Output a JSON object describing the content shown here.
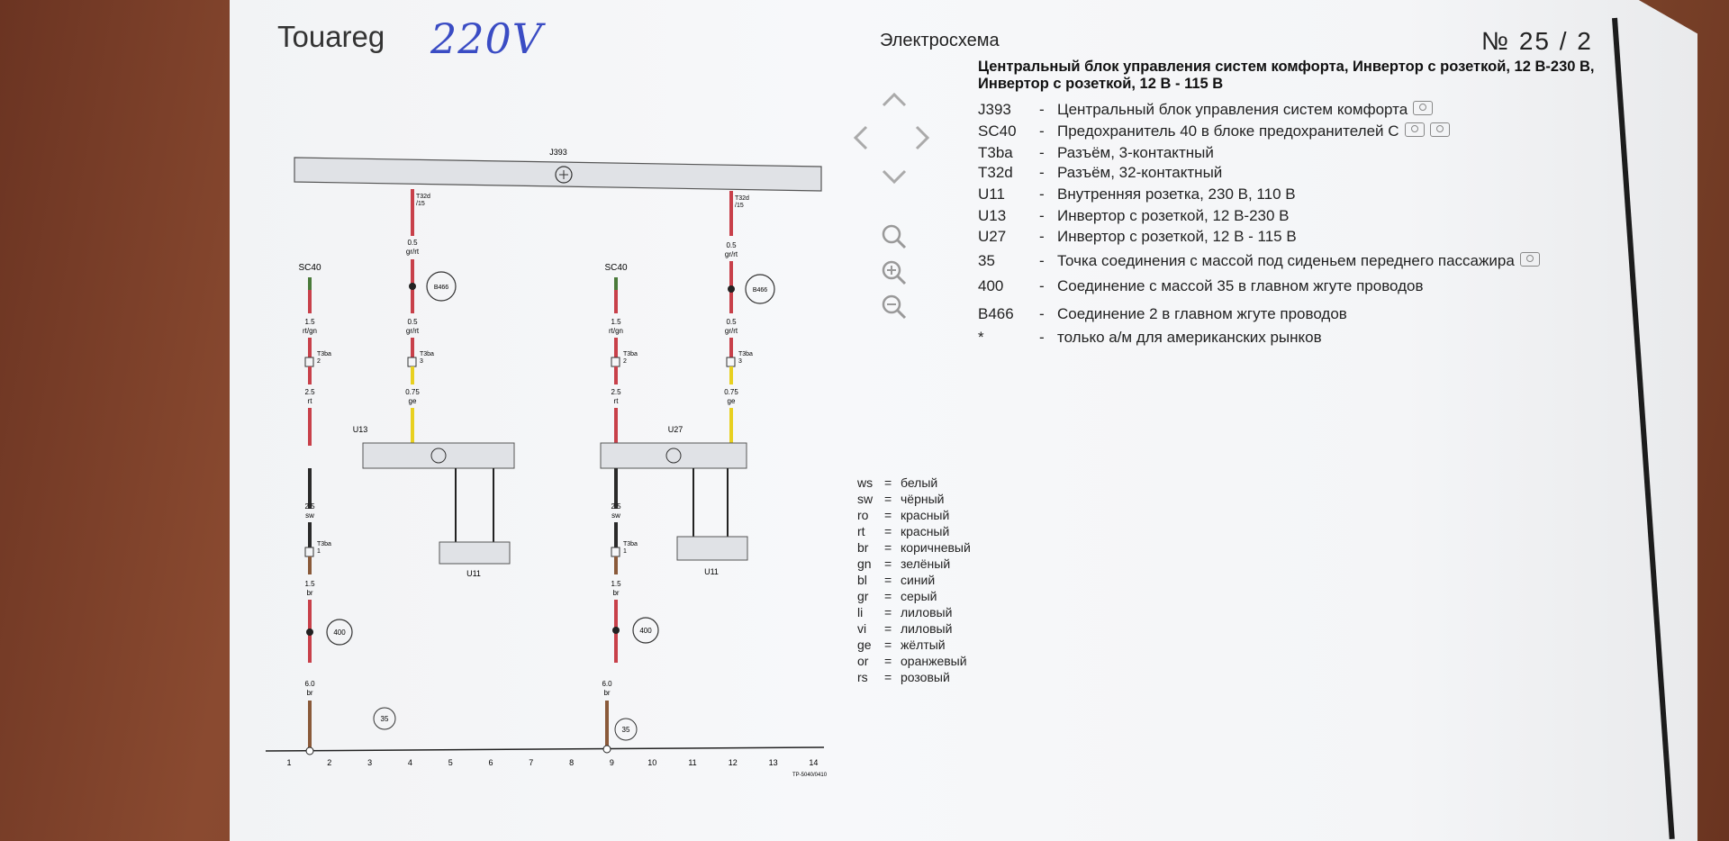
{
  "header": {
    "model": "Touareg",
    "handwritten_note": "220V",
    "section": "Электросхема",
    "number": "№ 25 / 2"
  },
  "description": "Центральный блок управления систем комфорта, Инвертор с розеткой, 12 В-230 В, Инвертор с розеткой, 12 В - 115 В",
  "legend": [
    {
      "code": "J393",
      "text": "Центральный блок управления систем комфорта",
      "camera": 1
    },
    {
      "code": "SC40",
      "text": "Предохранитель 40 в блоке предохранителей С",
      "camera": 2
    },
    {
      "code": "T3ba",
      "text": "Разъём, 3-контактный",
      "camera": 0
    },
    {
      "code": "T32d",
      "text": "Разъём, 32-контактный",
      "camera": 0
    },
    {
      "code": "U11",
      "text": "Внутренняя розетка, 230 В, 110 В",
      "camera": 0
    },
    {
      "code": "U13",
      "text": "Инвертор с розеткой, 12 В-230 В",
      "camera": 0
    },
    {
      "code": "U27",
      "text": "Инвертор с розеткой, 12 В - 115 В",
      "camera": 0
    },
    {
      "code": "35",
      "text": "Точка соединения с массой под сиденьем переднего пассажира",
      "camera": 1
    },
    {
      "code": "400",
      "text": "Соединение с массой 35 в главном жгуте проводов",
      "camera": 0
    },
    {
      "code": "B466",
      "text": "Соединение 2 в главном жгуте проводов",
      "camera": 0
    },
    {
      "code": "*",
      "text": "только а/м для американских рынков",
      "camera": 0
    }
  ],
  "color_codes": [
    {
      "code": "ws",
      "name": "белый"
    },
    {
      "code": "sw",
      "name": "чёрный"
    },
    {
      "code": "ro",
      "name": "красный"
    },
    {
      "code": "rt",
      "name": "красный"
    },
    {
      "code": "br",
      "name": "коричневый"
    },
    {
      "code": "gn",
      "name": "зелёный"
    },
    {
      "code": "bl",
      "name": "синий"
    },
    {
      "code": "gr",
      "name": "серый"
    },
    {
      "code": "li",
      "name": "лиловый"
    },
    {
      "code": "vi",
      "name": "лиловый"
    },
    {
      "code": "ge",
      "name": "жёлтый"
    },
    {
      "code": "or",
      "name": "оранжевый"
    },
    {
      "code": "rs",
      "name": "розовый"
    }
  ],
  "diagram": {
    "component_top": "J393",
    "fuse": "SC40",
    "connector_top": "T32d",
    "connector_top_pin": "/15",
    "connector_mid": "T3ba",
    "inverter_left": "U13",
    "inverter_right": "U27",
    "socket": "U11",
    "junction": "B466",
    "ground_junction": "400",
    "ground_point": "35",
    "wire_fuse": {
      "size": "1.5",
      "color": "rt/gn"
    },
    "wire_top_a": {
      "size": "0.5",
      "color": "gr/rt"
    },
    "wire_top_b": {
      "size": "0.5",
      "color": "gr/rt"
    },
    "wire_power": {
      "size": "2.5",
      "color": "rt"
    },
    "wire_signal": {
      "size": "0.75",
      "color": "ge"
    },
    "wire_gnd_a": {
      "size": "2.5",
      "color": "sw"
    },
    "wire_gnd_b": {
      "size": "1.5",
      "color": "br"
    },
    "wire_gnd_c": {
      "size": "6.0",
      "color": "br"
    },
    "pin_2": "2",
    "pin_3": "3",
    "pin_1": "1",
    "track": [
      "1",
      "2",
      "3",
      "4",
      "5",
      "6",
      "7",
      "8",
      "9",
      "10",
      "11",
      "12",
      "13",
      "14"
    ],
    "footer_code": "TP-5040/0410"
  },
  "colors": {
    "red_wire": "#c8404a",
    "yellow_wire": "#e8d020",
    "black_wire": "#2a2a2a",
    "handwriting": "#3a4cc4"
  }
}
